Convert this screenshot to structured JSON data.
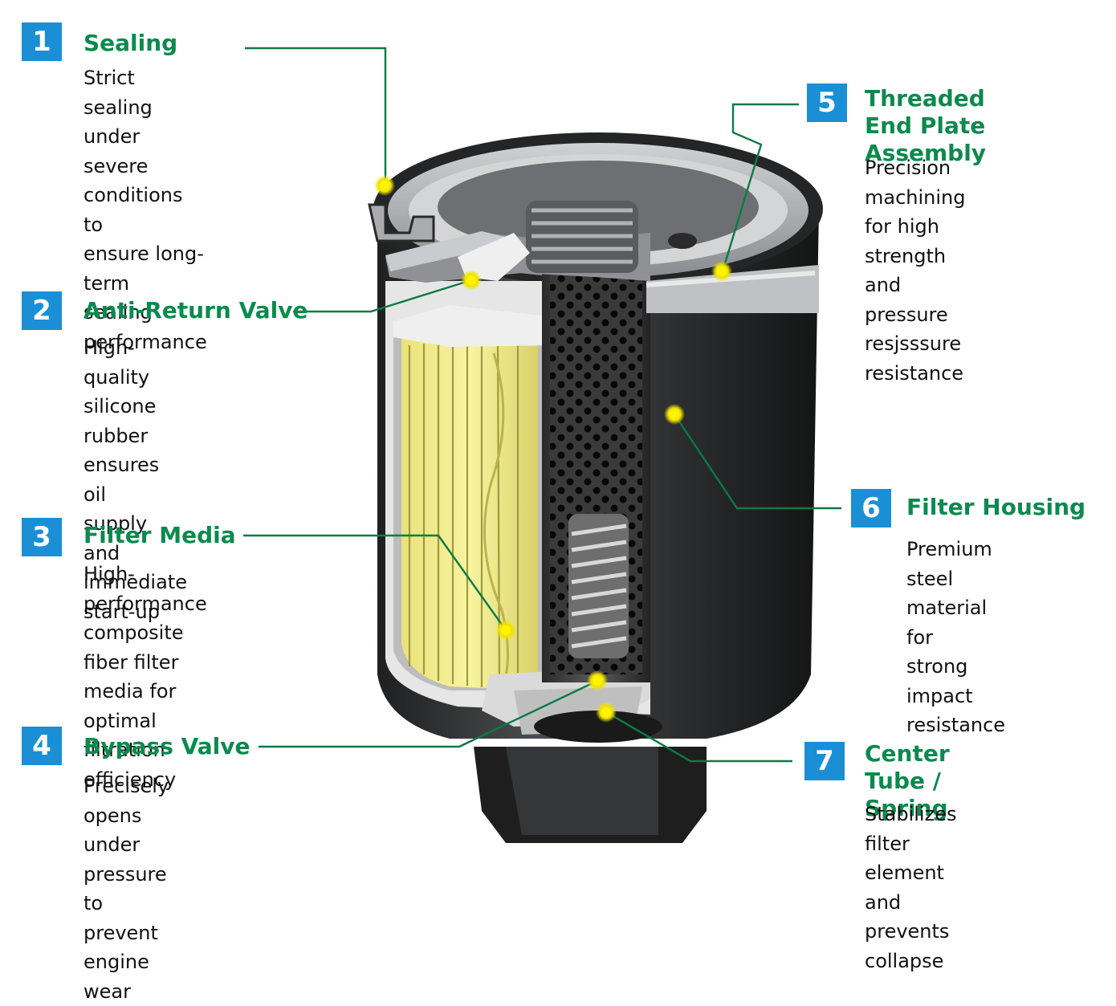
{
  "colors": {
    "accent_badge": "#1a8fd6",
    "title_green": "#0c8a4e",
    "leader_line": "#0c7a45",
    "marker_yellow": "#f2e600",
    "filter_paper": "#f4f08a",
    "housing_dark": "#2f3031"
  },
  "callouts": [
    {
      "number": "1",
      "title": "Sealing",
      "description": "Strict sealing under\nsevere conditions to\nensure long-term\nsealing performance"
    },
    {
      "number": "2",
      "title": "Anti-Return Valve",
      "description": "High-quality silicone\nrubber ensures oil\nsupply and immediate\nstart-up"
    },
    {
      "number": "3",
      "title": "Filter Media",
      "description": "High-performance\ncomposite fiber filter\nmedia for optimal\nfiltration efficiency"
    },
    {
      "number": "4",
      "title": "Bypass Valve",
      "description": "Precisely opens under\npressure to prevent\nengine wear"
    },
    {
      "number": "5",
      "title": "Threaded End Plate\nAssembly",
      "description": "Precision machining\nfor high strength\nand pressure\nresjsssure\nresistance"
    },
    {
      "number": "6",
      "title": "Filter Housing",
      "description": "Premium steel\nmaterial for\nstrong impact\nresistance"
    },
    {
      "number": "7",
      "title": "Center Tube /\nSpring",
      "description": "Stabilizes filter\nelement and\nprevents collapse"
    }
  ]
}
